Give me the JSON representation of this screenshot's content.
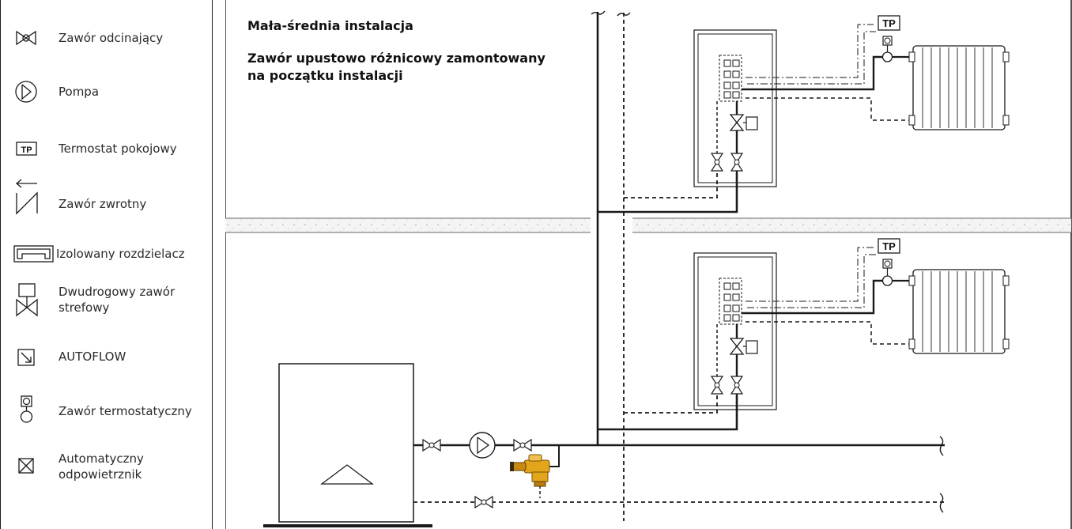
{
  "legend": {
    "items": [
      {
        "icon": "shutoff-valve-icon",
        "label": "Zawór odcinający"
      },
      {
        "icon": "pump-icon",
        "label": "Pompa"
      },
      {
        "icon": "room-thermostat-icon",
        "icon_text": "TP",
        "label": "Termostat pokojowy"
      },
      {
        "icon": "check-valve-icon",
        "label": "Zawór zwrotny"
      },
      {
        "icon": "insulated-manifold-icon",
        "label": "Izolowany rozdzielacz"
      },
      {
        "icon": "zone-valve-icon",
        "label": "Dwudrogowy zawór strefowy"
      },
      {
        "icon": "autoflow-icon",
        "label": "AUTOFLOW"
      },
      {
        "icon": "thermostatic-valve-icon",
        "label": "Zawór termostatyczny"
      },
      {
        "icon": "air-vent-icon",
        "label": "Automatyczny odpowietrznik"
      }
    ]
  },
  "diagram": {
    "title": "Mała-średnia instalacja",
    "subtitle_line1": "Zawór upustowo różnicowy zamontowany",
    "subtitle_line2": "na początku instalacji",
    "thermostat_upper": "TP",
    "thermostat_lower": "TP",
    "colors": {
      "line": "#1a1a1a",
      "valve_brass": "#e3a51a",
      "valve_dark": "#5a3d00",
      "floor": "#f2f2f2"
    }
  }
}
